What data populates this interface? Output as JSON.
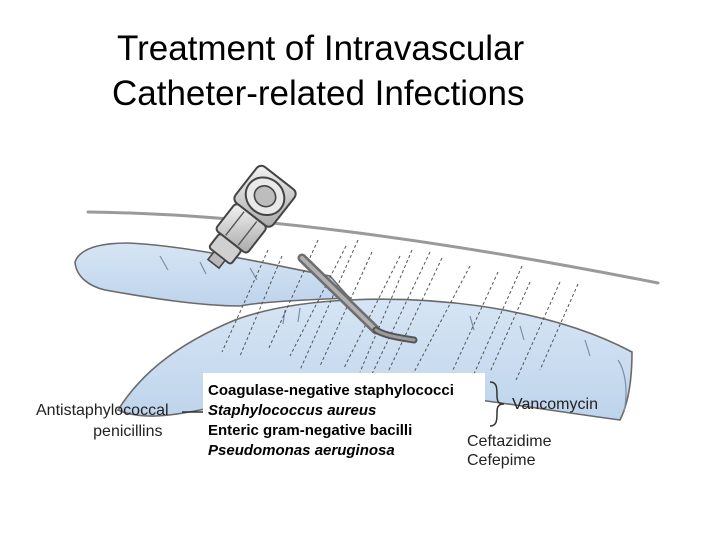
{
  "title": {
    "line1": "Treatment of Intravascular",
    "line2": "Catheter-related Infections"
  },
  "labels": {
    "left_treatment_line1": "Antistaphylococcal",
    "left_treatment_line2": "penicillins",
    "organisms": [
      "Coagulase-negative staphylococci",
      "Staphylococcus aureus",
      "Enteric gram-negative bacilli",
      "Pseudomonas aeruginosa"
    ],
    "drug_gram_positive": "Vancomycin",
    "drug_gram_negative_1": "Ceftazidime",
    "drug_gram_negative_2": "Cefepime"
  },
  "colors": {
    "vessel_fill": "#c9dcf0",
    "outline": "#555555"
  }
}
